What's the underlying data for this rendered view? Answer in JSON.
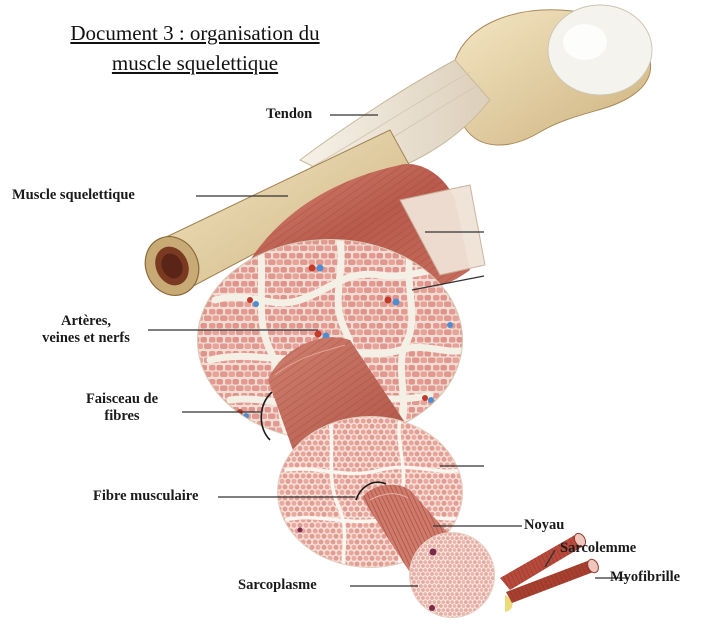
{
  "title": {
    "line1": "Document 3 : organisation du",
    "line2": "muscle squelettique"
  },
  "labels": {
    "tendon": "Tendon",
    "muscle": "Muscle squelettique",
    "arteries_line1": "Artères,",
    "arteries_line2": "veines et nerfs",
    "fascicle_line1": "Faisceau de",
    "fascicle_line2": "fibres",
    "fiber": "Fibre musculaire",
    "sarcoplasm": "Sarcoplasme",
    "nucleus": "Noyau",
    "sarcolemma": "Sarcolemme",
    "myofibril": "Myofibrille"
  },
  "colors": {
    "muscle": "#c96f63",
    "muscle_light": "#eab3a8",
    "fiber_cell": "#e9a7a0",
    "connective": "#f2ece0",
    "bone": "#e6d2a8",
    "tendon": "#eee6d8",
    "nucleus": "#7a2a4a",
    "vessel_red": "#c23a2a",
    "vessel_blue": "#4c8ed0",
    "line": "#333333"
  }
}
